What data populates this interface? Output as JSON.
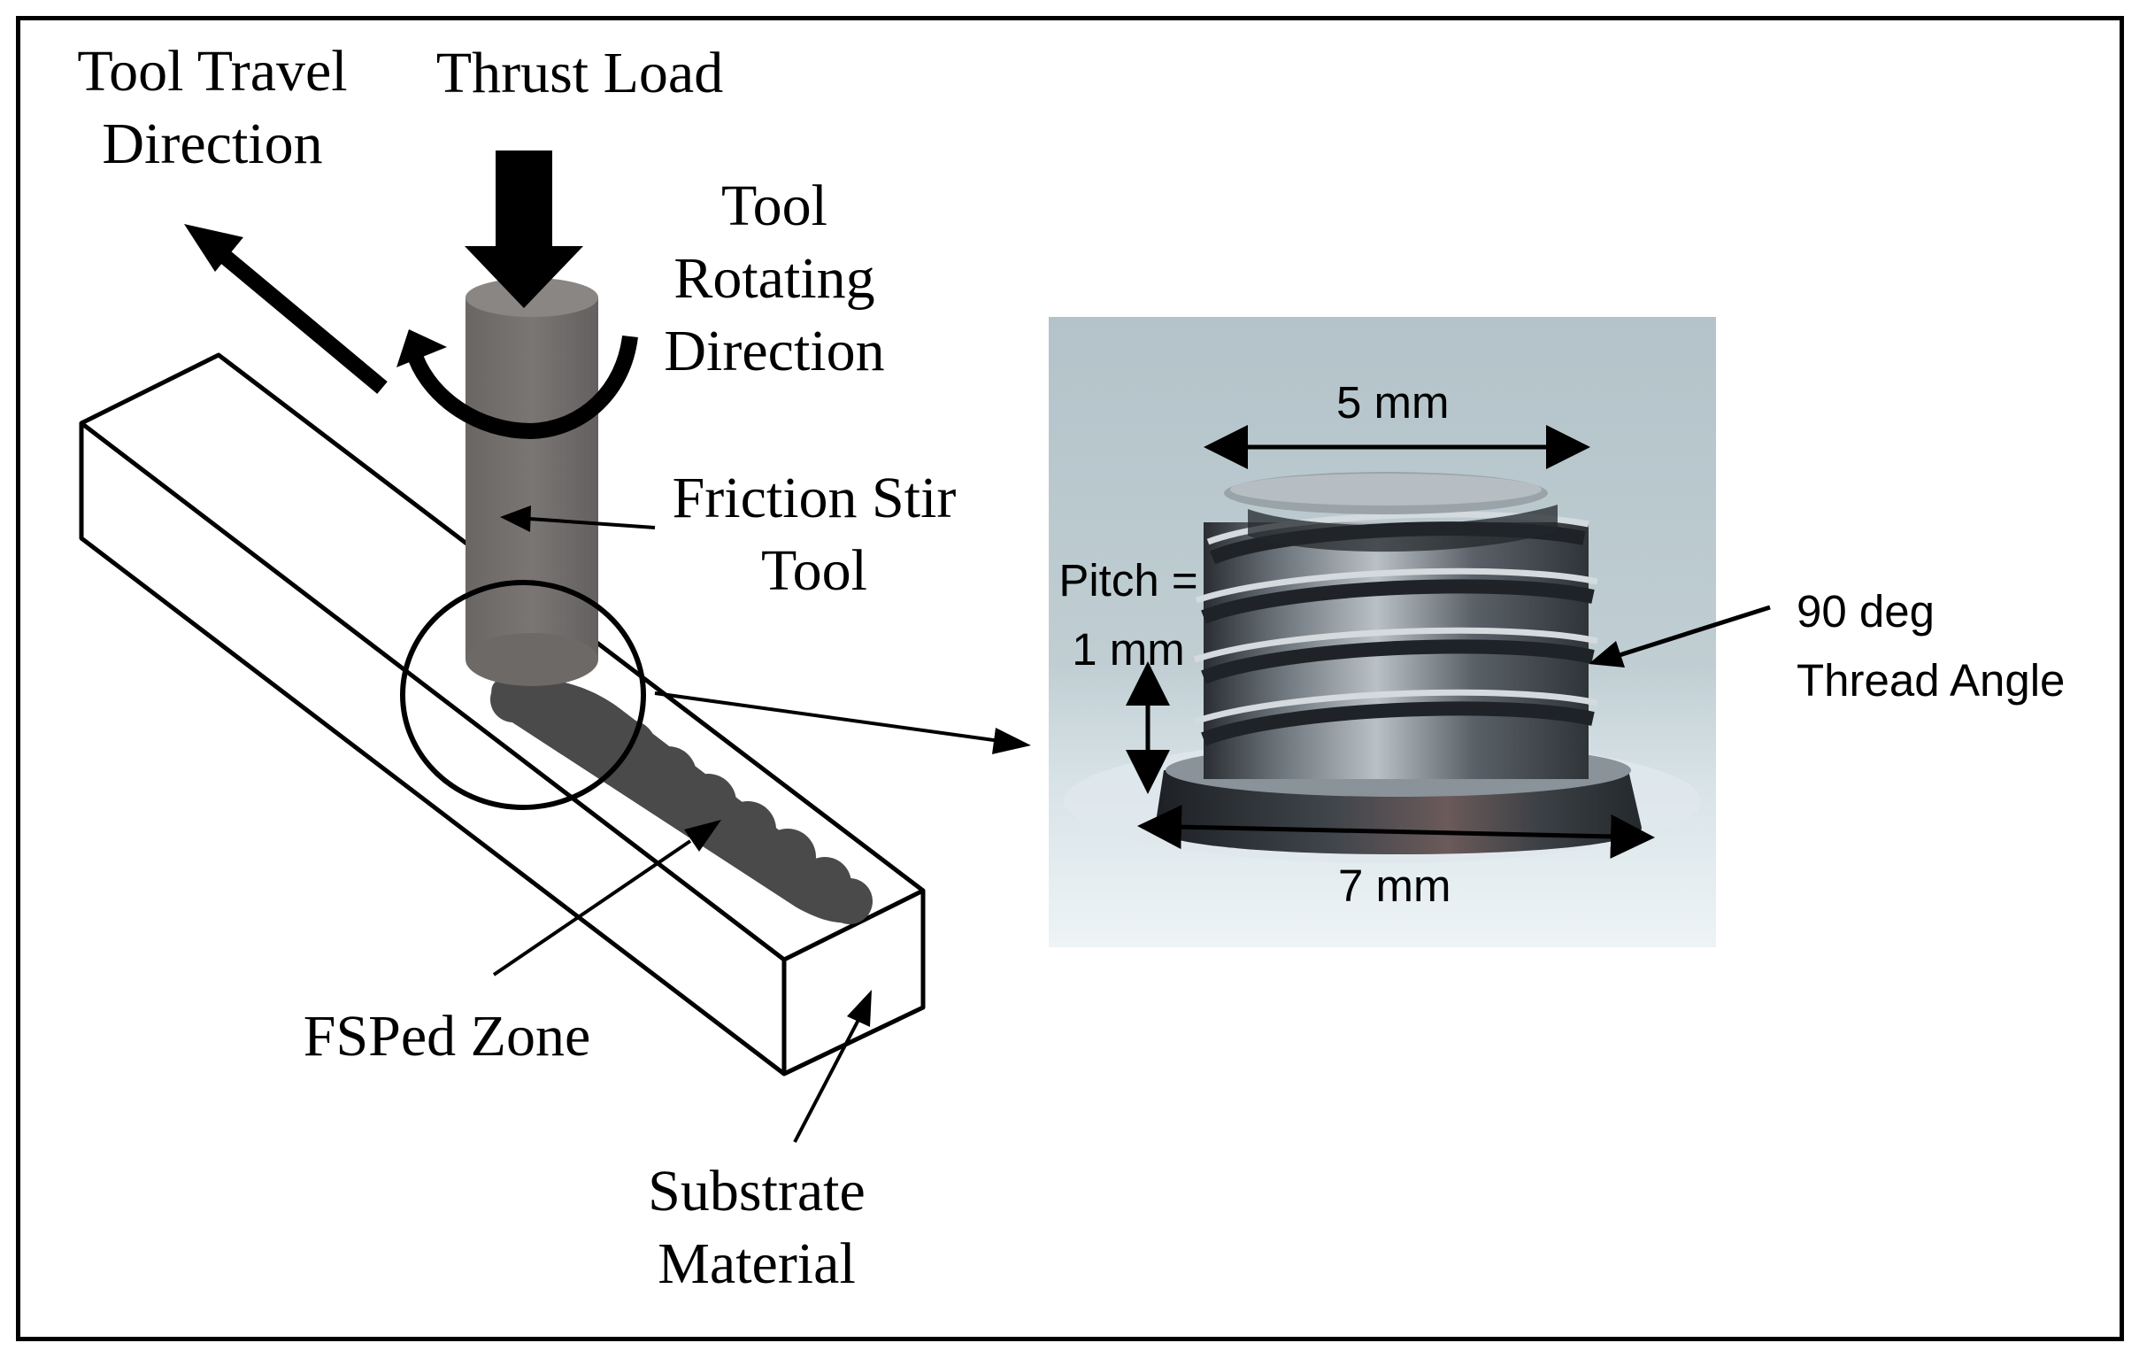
{
  "schematic": {
    "tool_travel_direction": [
      "Tool Travel",
      "Direction"
    ],
    "thrust_load": "Thrust Load",
    "tool_rotating_direction": [
      "Tool",
      "Rotating",
      "Direction"
    ],
    "friction_stir_tool": [
      "Friction Stir",
      "Tool"
    ],
    "fsped_zone": "FSPed Zone",
    "substrate_material": [
      "Substrate",
      "Material"
    ]
  },
  "tool_photo": {
    "top_diameter": "5 mm",
    "pitch": [
      "Pitch =",
      "1 mm"
    ],
    "thread_angle": [
      "90 deg",
      "Thread Angle"
    ],
    "base_diameter": "7 mm"
  },
  "colors": {
    "tool_body": "#6f6b69",
    "tool_cap": "#8a8683",
    "fsped_zone": "#4a4a4a",
    "photo_background": "#b9c9cf"
  },
  "icons": [
    "arrow-icon",
    "rotation-arrow-icon",
    "double-arrow-icon"
  ]
}
